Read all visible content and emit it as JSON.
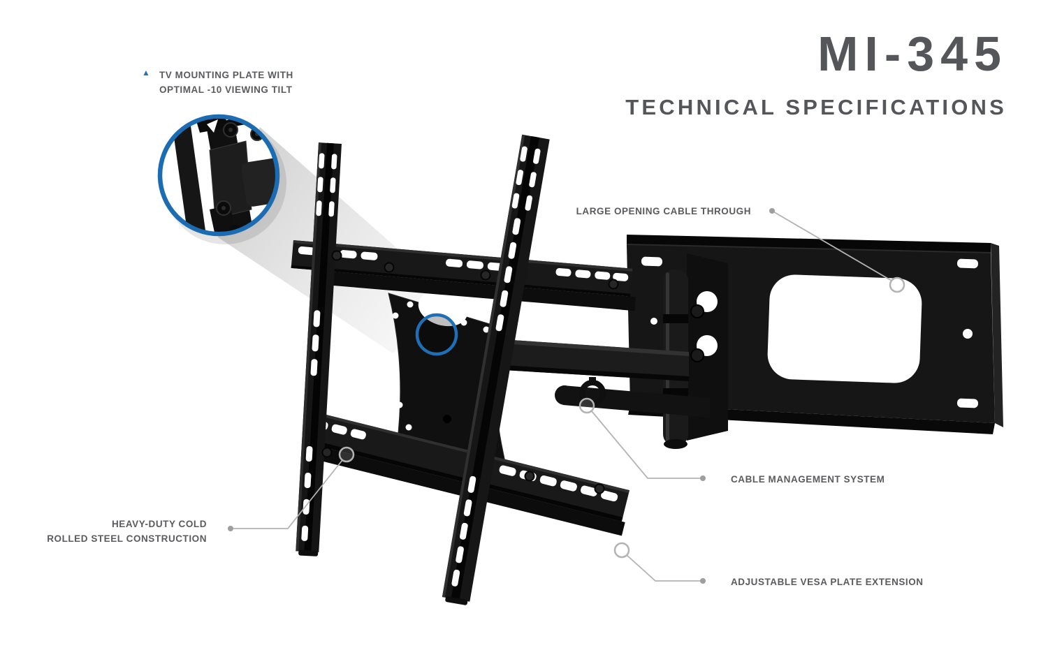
{
  "header": {
    "model": "MI-345",
    "subtitle": "TECHNICAL SPECIFICATIONS"
  },
  "callouts": {
    "tv_plate": {
      "marker_icon": "▲",
      "lines": [
        "TV MOUNTING PLATE WITH",
        "OPTIMAL -10 VIEWING TILT"
      ]
    },
    "large_opening": {
      "label": "LARGE OPENING CABLE THROUGH"
    },
    "cable_management": {
      "label": "CABLE MANAGEMENT SYSTEM"
    },
    "vesa_extension": {
      "label": "ADJUSTABLE VESA PLATE EXTENSION"
    },
    "steel": {
      "lines": [
        "HEAVY-DUTY COLD",
        "ROLLED STEEL CONSTRUCTION"
      ]
    }
  },
  "colors": {
    "accent_blue": "#1e6fb5",
    "text_gray": "#55565a",
    "leader_gray": "#b3b3b3",
    "product_black": "#141414"
  }
}
